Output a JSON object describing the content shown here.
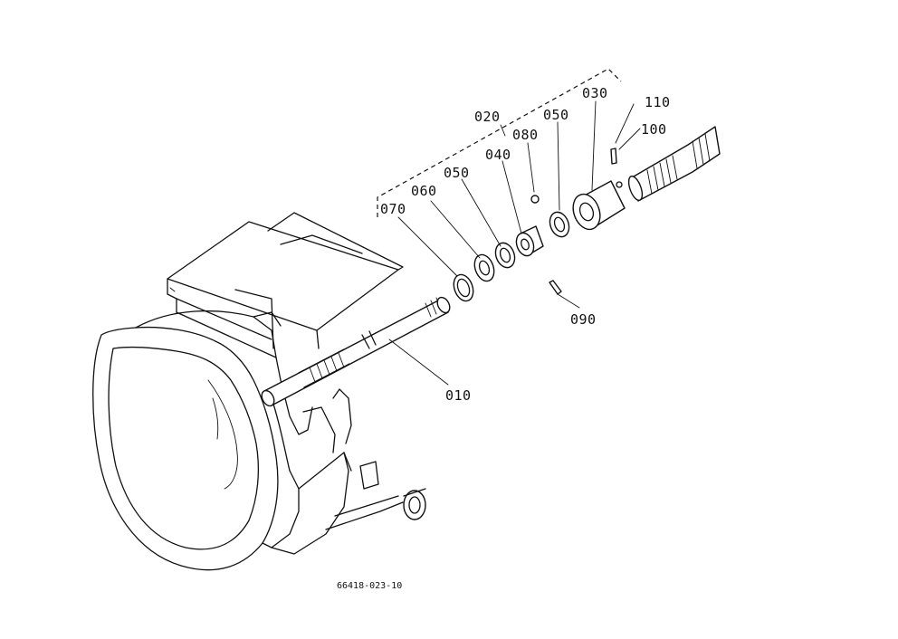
{
  "drawing_code": "66418-023-10",
  "callouts": [
    {
      "id": "010",
      "text": "010"
    },
    {
      "id": "020",
      "text": "020"
    },
    {
      "id": "030",
      "text": "030"
    },
    {
      "id": "040",
      "text": "040"
    },
    {
      "id": "050a",
      "text": "050"
    },
    {
      "id": "050b",
      "text": "050"
    },
    {
      "id": "060",
      "text": "060"
    },
    {
      "id": "070",
      "text": "070"
    },
    {
      "id": "080",
      "text": "080"
    },
    {
      "id": "090",
      "text": "090"
    },
    {
      "id": "100",
      "text": "100"
    },
    {
      "id": "110",
      "text": "110"
    }
  ]
}
